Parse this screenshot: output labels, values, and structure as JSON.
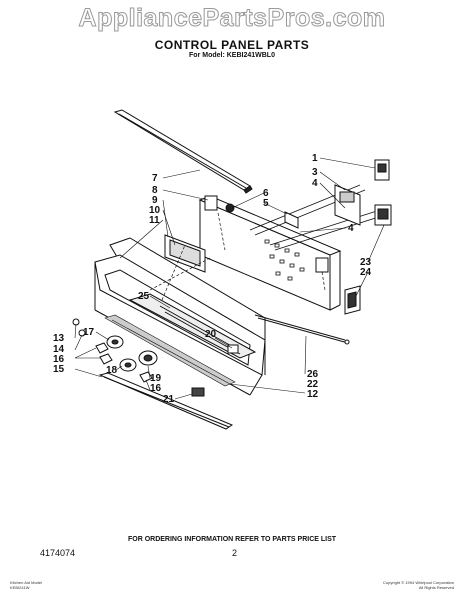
{
  "watermark": "AppliancePartsPros.com",
  "header": {
    "title": "CONTROL PANEL PARTS",
    "subtitle": "For Model: KEBI241WBL0"
  },
  "callouts": [
    "1",
    "3",
    "4",
    "6",
    "5",
    "7",
    "8",
    "9",
    "10",
    "11",
    "4",
    "23",
    "24",
    "25",
    "20",
    "13",
    "17",
    "14",
    "16",
    "15",
    "18",
    "19",
    "16",
    "21",
    "12",
    "26",
    "22"
  ],
  "footer": {
    "ordering_note": "FOR ORDERING INFORMATION REFER TO PARTS PRICE LIST",
    "doc_number": "4174074",
    "page_number": "2",
    "small_left": [
      "Kitchen Aid Model",
      "KEBI241W"
    ],
    "small_right": [
      "Copyright © 1994 Whirlpool Corporation",
      "All Rights Reserved"
    ]
  }
}
